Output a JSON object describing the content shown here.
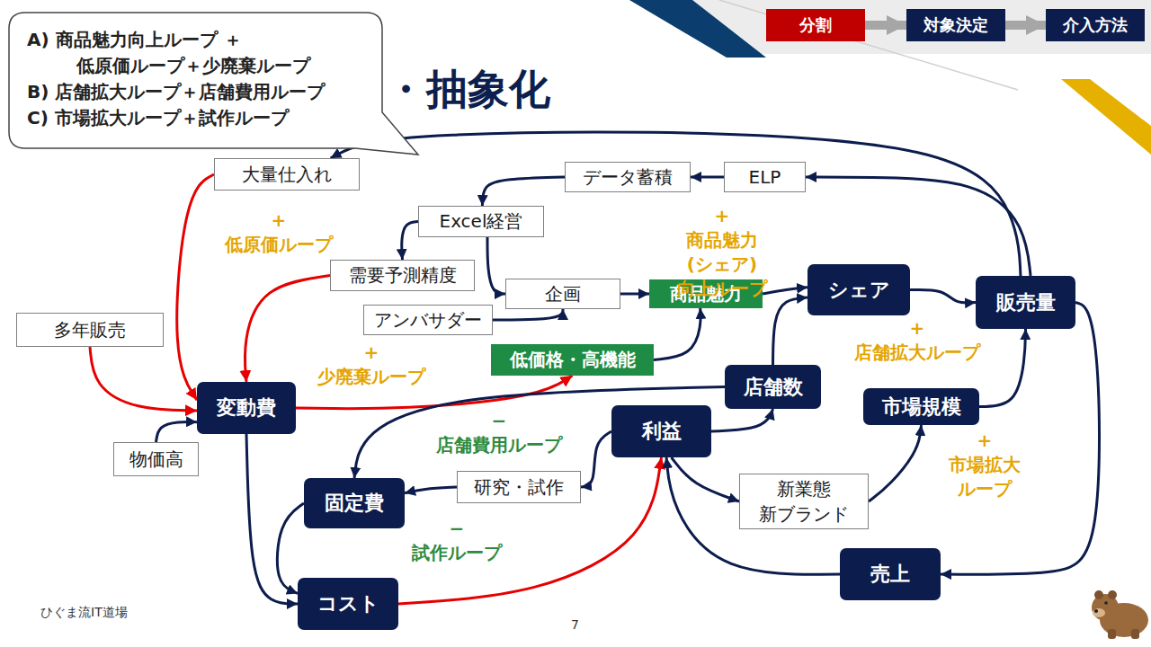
{
  "diagram": {
    "title": "・抽象化",
    "nodes": [
      {
        "text": [
          "分割"
        ]
      },
      {
        "text": [
          "対象決定"
        ]
      },
      {
        "text": [
          "介入方法"
        ]
      },
      {
        "text": [
          "A) 商品魅力向上ループ ＋低原価ループ＋少廃棄ループ",
          "B) 店舗拡大ループ＋店舗費用ループ",
          "C) 市場拡大ループ＋試作ループ"
        ]
      },
      {
        "text": [
          "大量仕入れ"
        ]
      },
      {
        "text": [
          "データ蓄積"
        ]
      },
      {
        "text": [
          "ELP"
        ]
      },
      {
        "text": [
          "Excel経営"
        ]
      },
      {
        "text": [
          "需要予測精度"
        ]
      },
      {
        "text": [
          "シェア"
        ]
      },
      {
        "text": [
          "企画"
        ]
      },
      {
        "text": [
          "商品魅力"
        ]
      },
      {
        "text": [
          "販売量"
        ]
      },
      {
        "text": [
          "多年販売"
        ]
      },
      {
        "text": [
          "アンバサダー"
        ]
      },
      {
        "text": [
          "低価格・高機能"
        ]
      },
      {
        "text": [
          "店舗数"
        ]
      },
      {
        "text": [
          "変動費"
        ]
      },
      {
        "text": [
          "市場規模"
        ]
      },
      {
        "text": [
          "利益"
        ]
      },
      {
        "text": [
          "物価高"
        ]
      },
      {
        "text": [
          "研究・試作"
        ]
      },
      {
        "text": [
          "固定費"
        ]
      },
      {
        "text": [
          "新業態 新ブランド"
        ]
      },
      {
        "text": [
          "売上"
        ]
      },
      {
        "text": [
          "コスト"
        ]
      }
    ],
    "edges": [
      {
        "from": 0,
        "to": 1,
        "arrow": "to"
      },
      {
        "from": 1,
        "to": 2,
        "arrow": "to"
      },
      {
        "from": 12,
        "to": 6,
        "arrow": "to"
      },
      {
        "from": 6,
        "to": 5,
        "arrow": "to"
      },
      {
        "from": 5,
        "to": 7,
        "arrow": "to"
      },
      {
        "from": 7,
        "to": 8,
        "arrow": "to"
      },
      {
        "from": 7,
        "to": 10,
        "arrow": "to"
      },
      {
        "from": 10,
        "to": 11,
        "arrow": "to"
      },
      {
        "from": 14,
        "to": 10,
        "arrow": "to"
      },
      {
        "from": 11,
        "to": 9,
        "arrow": "to"
      },
      {
        "from": 15,
        "to": 11,
        "arrow": "to"
      },
      {
        "from": 9,
        "to": 12,
        "arrow": "to"
      },
      {
        "from": 16,
        "to": 9,
        "arrow": "to"
      },
      {
        "from": 18,
        "to": 12,
        "arrow": "to"
      },
      {
        "from": 12,
        "to": 24,
        "arrow": "to"
      },
      {
        "from": 12,
        "to": 4,
        "arrow": "to"
      },
      {
        "from": 4,
        "to": 17,
        "arrow": "to"
      },
      {
        "from": 8,
        "to": 17,
        "arrow": "to"
      },
      {
        "from": 13,
        "to": 17,
        "arrow": "to"
      },
      {
        "from": 20,
        "to": 17,
        "arrow": "to"
      },
      {
        "from": 17,
        "to": 15,
        "arrow": "to"
      },
      {
        "from": 17,
        "to": 25,
        "arrow": "to"
      },
      {
        "from": 22,
        "to": 25,
        "arrow": "to"
      },
      {
        "from": 25,
        "to": 19,
        "arrow": "to"
      },
      {
        "from": 24,
        "to": 19,
        "arrow": "to"
      },
      {
        "from": 19,
        "to": 16,
        "arrow": "to"
      },
      {
        "from": 16,
        "to": 22,
        "arrow": "to"
      },
      {
        "from": 19,
        "to": 21,
        "arrow": "to"
      },
      {
        "from": 21,
        "to": 22,
        "arrow": "to"
      },
      {
        "from": 19,
        "to": 23,
        "arrow": "to"
      },
      {
        "from": 23,
        "to": 18,
        "arrow": "to"
      }
    ],
    "labels": [
      "+ 低原価ループ",
      "+ 商品魅力(シェア)向上ループ",
      "+ 少廃棄ループ",
      "+ 店舗拡大ループ",
      "− 店舗費用ループ",
      "+ 市場拡大 ループ",
      "− 試作ループ",
      "ひぐま流IT道場",
      "7"
    ]
  }
}
